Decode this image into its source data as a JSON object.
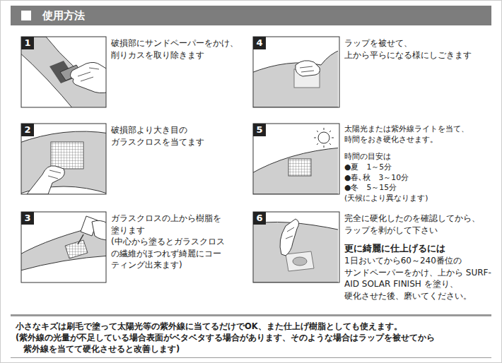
{
  "diagram": {
    "title": "使用方法",
    "nodes": [
      {
        "text": [
          "1",
          "破損部にサンドペーパーをかけ、 削りカスを取り除きます"
        ]
      },
      {
        "text": [
          "2",
          "破損部より大き目の ガラスクロスを当てます"
        ]
      },
      {
        "text": [
          "3",
          "ガラスクロスの上から樹脂を 塗ります",
          "(中心から塗るとガラスクロス の繊維がほつれず綺麗にコー ティング出来ます)"
        ]
      },
      {
        "text": [
          "4",
          "ラップを被せて、 上から平らになる様にしごきます"
        ]
      },
      {
        "text": [
          "5",
          "太陽光または紫外線ライトを当て、 時間をおき硬化させます。",
          "時間の目安は",
          "●夏　1～5分",
          "●春､秋　3～10分",
          "●冬　5～15分",
          "(天候により異なります)"
        ]
      },
      {
        "text": [
          "6",
          "完全に硬化したのを確認してから、 ラップを剥がして下さい",
          "更に綺麗に仕上げるには",
          "1日おいてから60～240番位の サンドペーパーをかけ、上から SURF-AID SOLAR FINISH を塗り、 硬化させた後、磨いてください。"
        ]
      }
    ],
    "labels": [
      "小さなキズは刷毛で塗って太陽光等の紫外線に当てるだけでOK、また仕上げ樹脂としても使えます。",
      "(紫外線の光量が不足している場合表面がベタベタする場合があります、そのような場合はラップを被せてから 紫外線を当てて硬化させると改善します)"
    ]
  }
}
